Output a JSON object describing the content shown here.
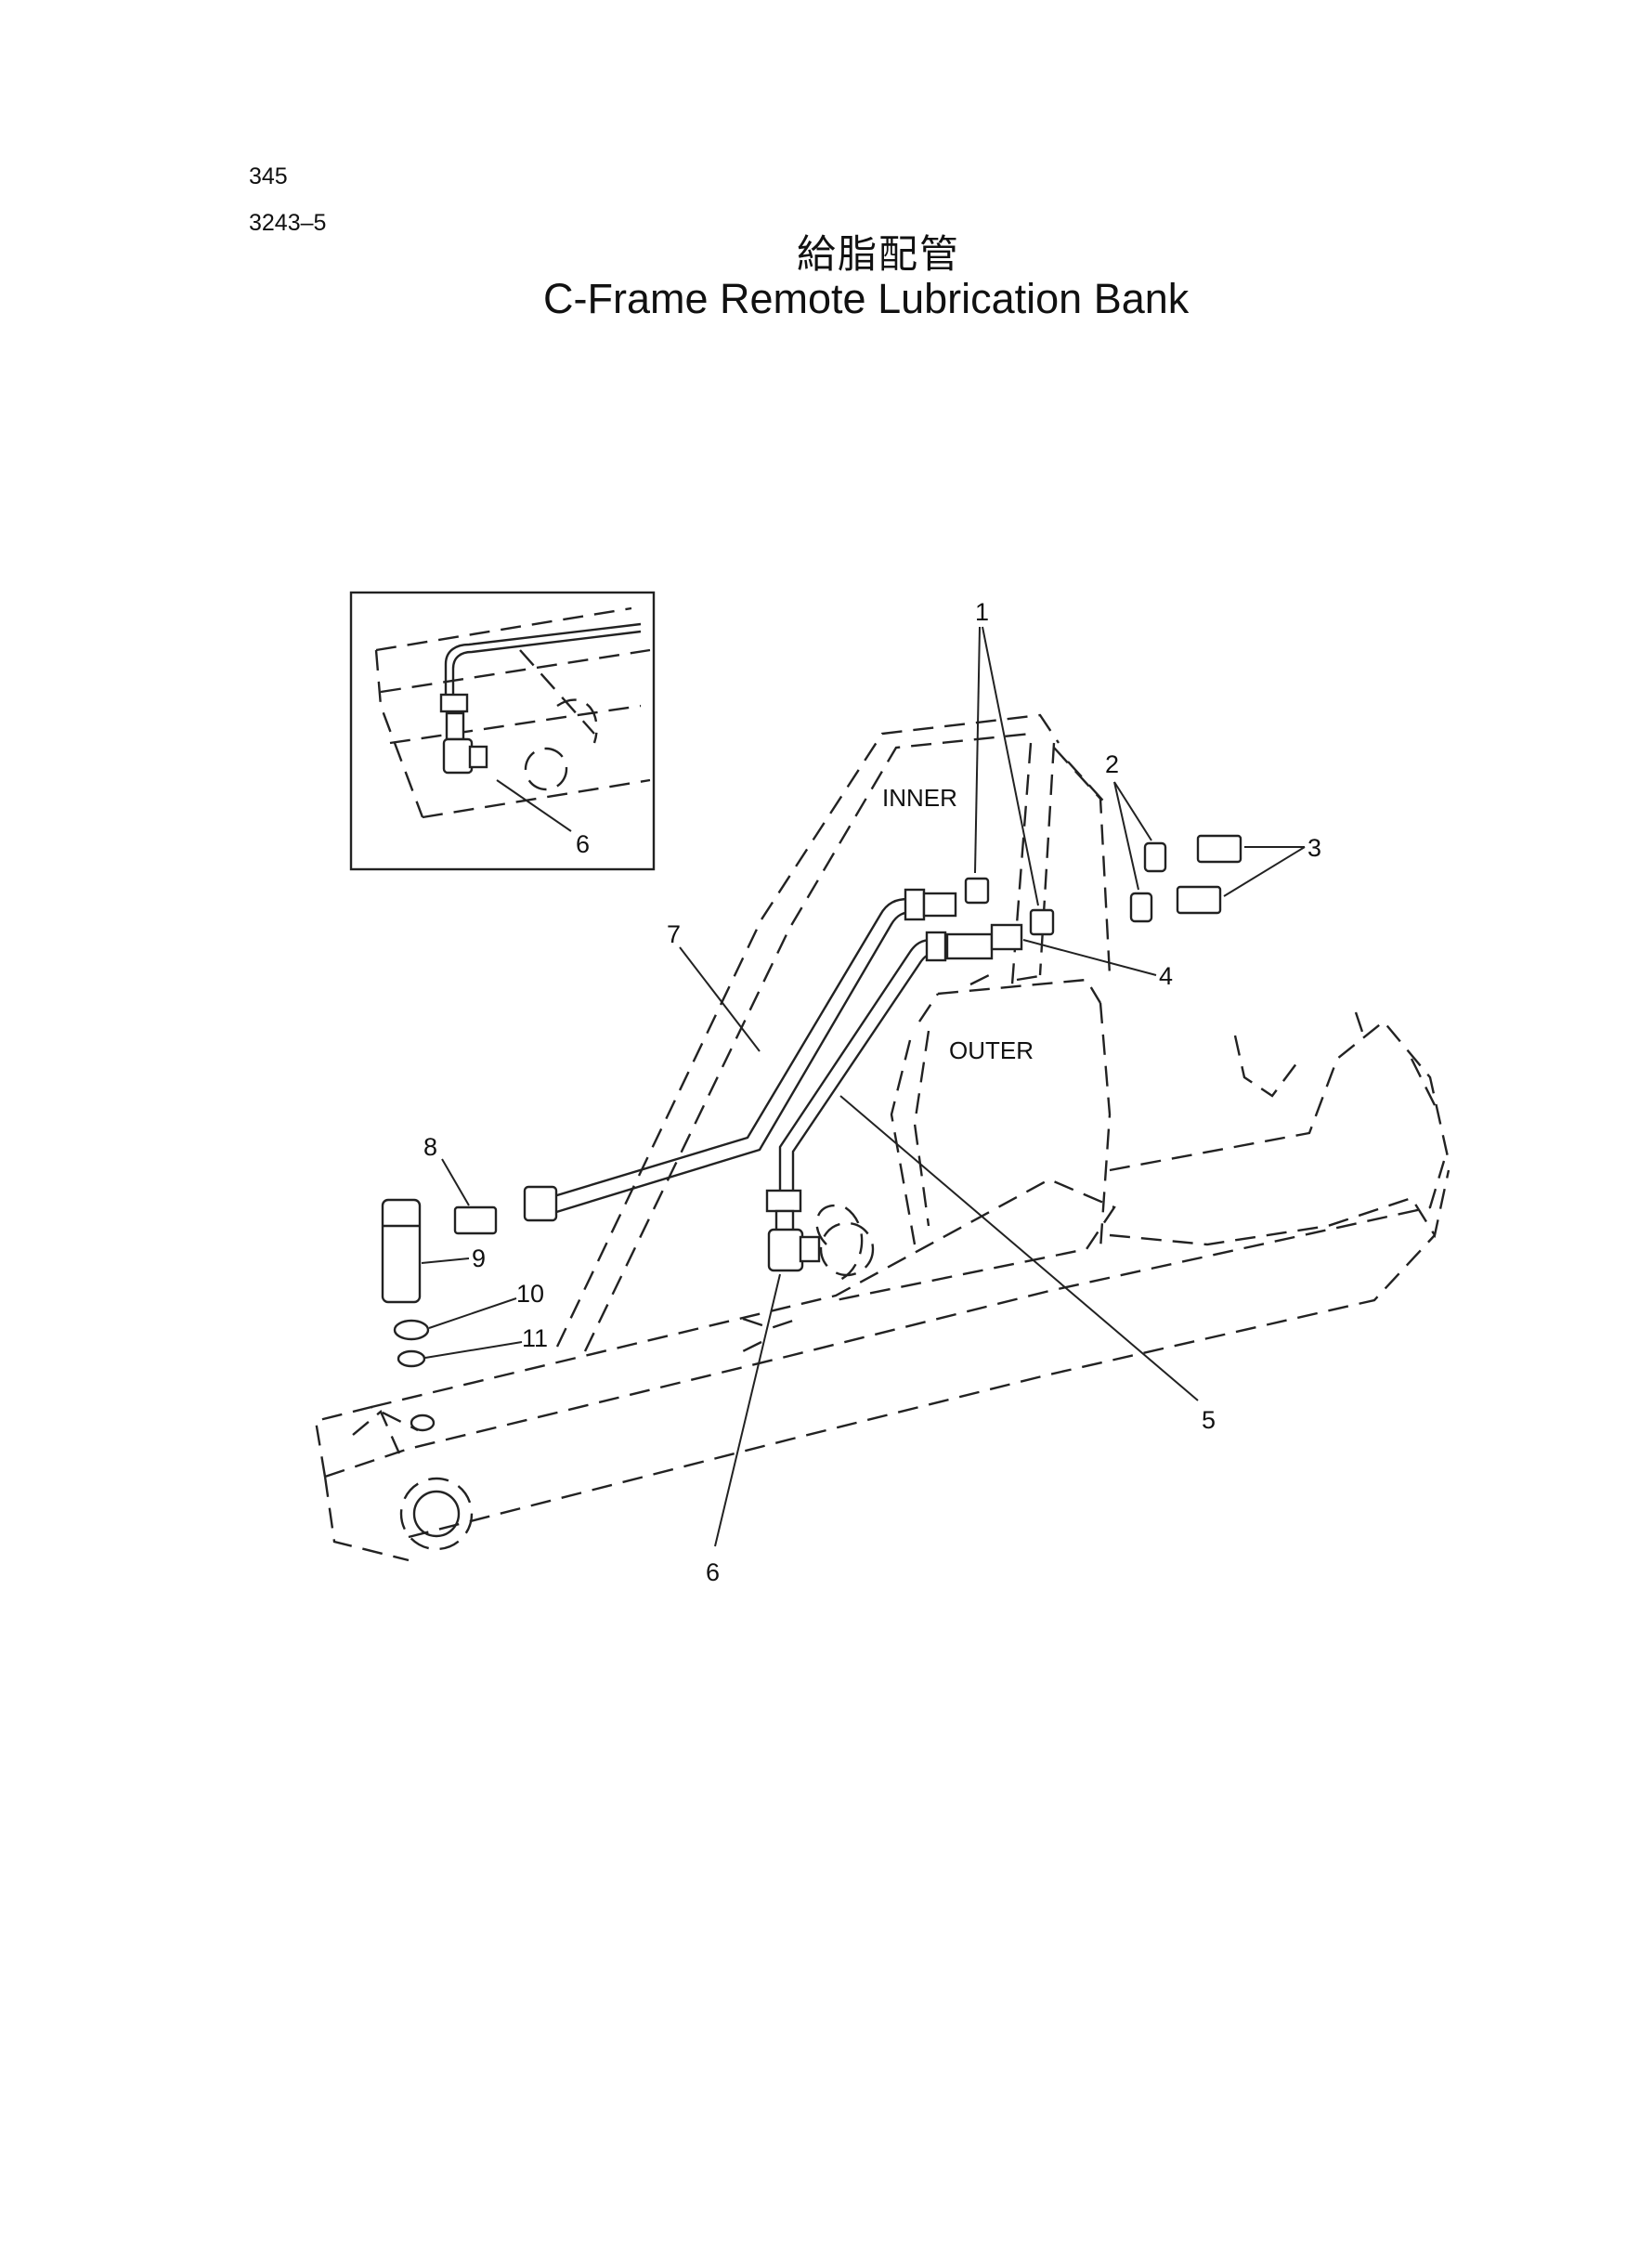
{
  "header": {
    "page_number": "345",
    "doc_code": "3243–5",
    "title_jp": "給脂配管",
    "title_en": "C-Frame Remote Lubrication Bank"
  },
  "diagram": {
    "zones": {
      "inner": "INNER",
      "outer": "OUTER"
    },
    "inset_callouts": [
      "6"
    ],
    "callouts": [
      "1",
      "2",
      "3",
      "4",
      "5",
      "6",
      "7",
      "8",
      "9",
      "10",
      "11"
    ]
  }
}
